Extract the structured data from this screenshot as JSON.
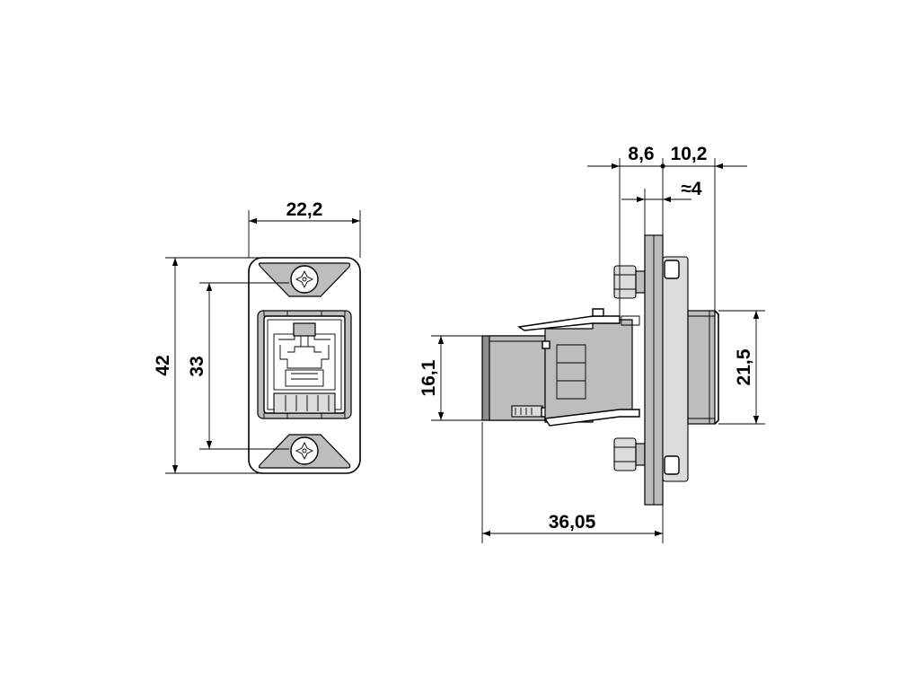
{
  "dimensions": {
    "front_width": "22,2",
    "front_height_outer": "42",
    "front_height_screws": "33",
    "side_plug_height": "16,1",
    "side_total_length": "36,05",
    "side_rear_height": "21,5",
    "side_flange_front": "8,6",
    "side_flange_rear": "10,2",
    "side_panel_thickness": "≈4"
  }
}
